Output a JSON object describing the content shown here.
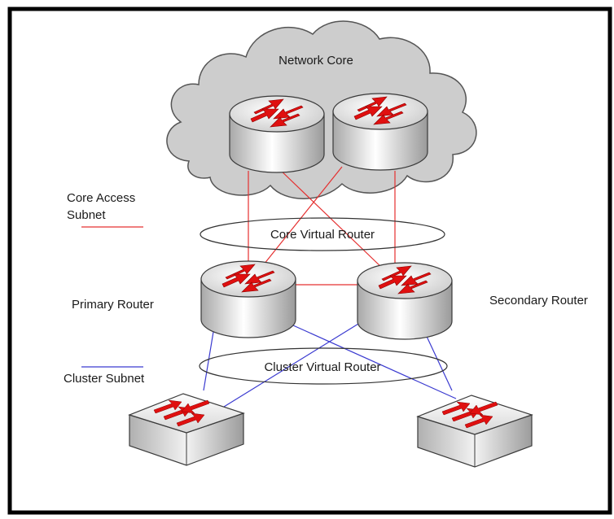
{
  "labels": {
    "network_core": "Network Core",
    "core_access_line1": "Core Access",
    "core_access_line2": "Subnet",
    "core_virtual_router": "Core Virtual Router",
    "primary_router": "Primary Router",
    "secondary_router": "Secondary Router",
    "cluster_virtual_router": "Cluster Virtual Router",
    "cluster_subnet": "Cluster Subnet"
  },
  "colors": {
    "core_link": "#e53030",
    "cluster_link": "#3a3ad0",
    "cloud_fill": "#cdcdcd",
    "arrow": "#e01010",
    "border": "#000000"
  }
}
